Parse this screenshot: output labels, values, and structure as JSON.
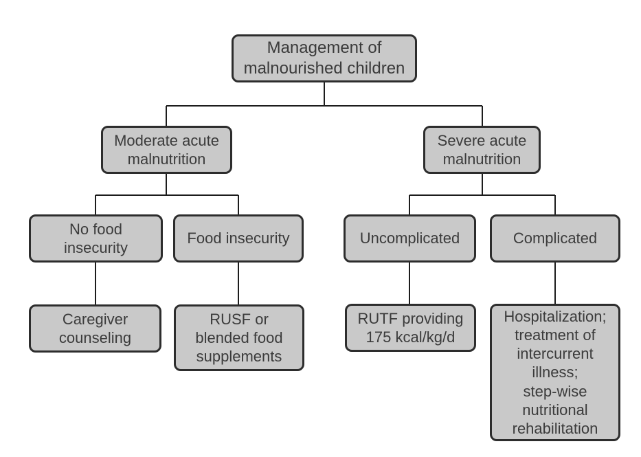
{
  "figure": {
    "title": "Management of malnourished children",
    "type": "flowchart",
    "colors": {
      "background": "#ffffff",
      "box_fill": "#c9c9c9",
      "box_border": "#2d2d2d",
      "text": "#3b3b3b",
      "line": "#1c1c1c"
    },
    "nodes": {
      "root": "Management of\nmalnourished children",
      "moderate": "Moderate acute\nmalnutrition",
      "severe": "Severe acute\nmalnutrition",
      "no_food_insecurity": "No food\ninsecurity",
      "food_insecurity": "Food insecurity",
      "uncomplicated": "Uncomplicated",
      "complicated": "Complicated",
      "caregiver_counseling": "Caregiver\ncounseling",
      "rusf": "RUSF or\nblended food\nsupplements",
      "rutf": "RUTF providing\n175 kcal/kg/d",
      "hospitalization": "Hospitalization;\ntreatment of\nintercurrent\nillness;\nstep-wise\nnutritional\nrehabilitation"
    },
    "edges": [
      {
        "from": "root",
        "to": "moderate"
      },
      {
        "from": "root",
        "to": "severe"
      },
      {
        "from": "moderate",
        "to": "no_food_insecurity"
      },
      {
        "from": "moderate",
        "to": "food_insecurity"
      },
      {
        "from": "severe",
        "to": "uncomplicated"
      },
      {
        "from": "severe",
        "to": "complicated"
      },
      {
        "from": "no_food_insecurity",
        "to": "caregiver_counseling"
      },
      {
        "from": "food_insecurity",
        "to": "rusf"
      },
      {
        "from": "uncomplicated",
        "to": "rutf"
      },
      {
        "from": "complicated",
        "to": "hospitalization"
      }
    ]
  }
}
